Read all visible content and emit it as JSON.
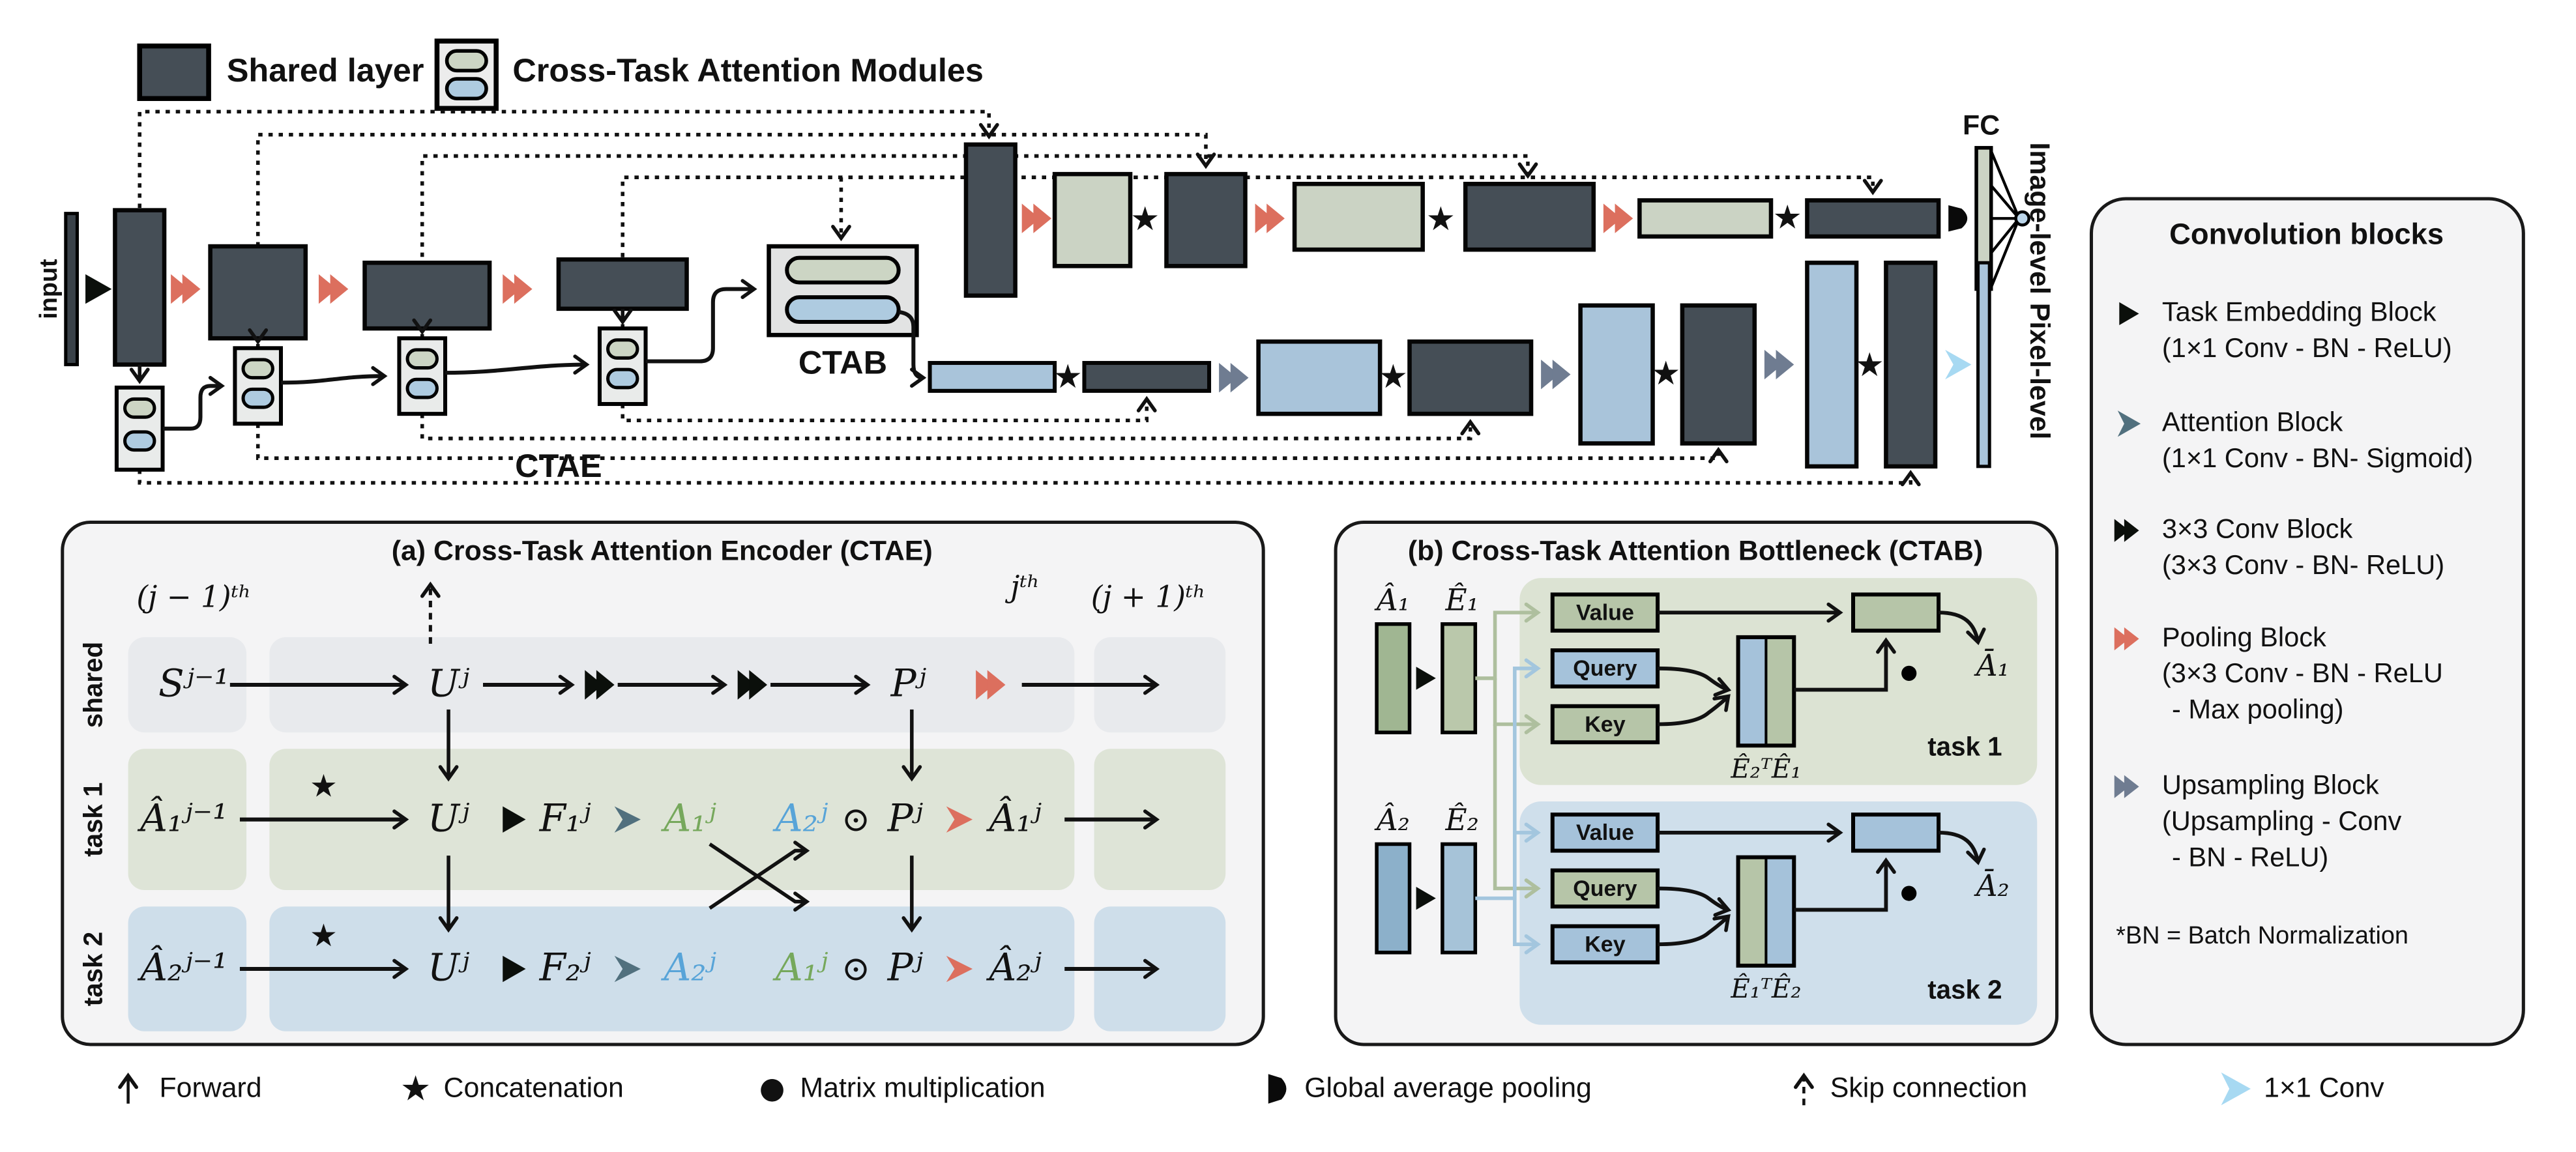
{
  "legend_top": {
    "shared_layer": "Shared layer",
    "modules": "Cross-Task Attention Modules"
  },
  "network": {
    "input": "input",
    "ctae": "CTAE",
    "ctab": "CTAB",
    "fc": "FC",
    "image_level": "Image-level",
    "pixel_level": "Pixel-level"
  },
  "sym": {
    "star": "★",
    "dot": "●",
    "odot": "⊙"
  },
  "panel_a": {
    "title": "(a) Cross-Task Attention Encoder (CTAE)",
    "cols": {
      "prev": "(j − 1)ᵗʰ",
      "curr": "jᵗʰ",
      "next": "(j + 1)ᵗʰ"
    },
    "rows": {
      "shared": "shared",
      "task1": "task 1",
      "task2": "task 2"
    },
    "shared": {
      "s": "Sʲ⁻¹",
      "u": "Uʲ",
      "p": "Pʲ"
    },
    "task1": {
      "a_in": "Â₁ʲ⁻¹",
      "u": "Uʲ",
      "f": "F₁ʲ",
      "a_self": "A₁ʲ",
      "a_cross": "A₂ʲ",
      "p": "Pʲ",
      "a_out": "Â₁ʲ"
    },
    "task2": {
      "a_in": "Â₂ʲ⁻¹",
      "u": "Uʲ",
      "f": "F₂ʲ",
      "a_self": "A₂ʲ",
      "a_cross": "A₁ʲ",
      "p": "Pʲ",
      "a_out": "Â₂ʲ"
    }
  },
  "panel_b": {
    "title": "(b) Cross-Task Attention Bottleneck (CTAB)",
    "task1": {
      "a": "Â₁",
      "e": "Ê₁",
      "value": "Value",
      "query": "Query",
      "key": "Key",
      "attn": "Ê₂ᵀÊ₁",
      "out": "Ā₁",
      "label": "task 1"
    },
    "task2": {
      "a": "Â₂",
      "e": "Ê₂",
      "value": "Value",
      "query": "Query",
      "key": "Key",
      "attn": "Ê₁ᵀÊ₂",
      "out": "Ā₂",
      "label": "task 2"
    }
  },
  "conv_blocks": {
    "title": "Convolution blocks",
    "items": [
      {
        "name": "Task Embedding Block",
        "detail": "(1×1 Conv - BN - ReLU)"
      },
      {
        "name": "Attention Block",
        "detail": "(1×1 Conv - BN- Sigmoid)"
      },
      {
        "name": "3×3 Conv Block",
        "detail": "(3×3 Conv - BN- ReLU)"
      },
      {
        "name": "Pooling Block",
        "detail": "(3×3 Conv - BN - ReLU",
        "detail2": "- Max pooling)"
      },
      {
        "name": "Upsampling Block",
        "detail": "(Upsampling - Conv",
        "detail2": "- BN - ReLU)"
      }
    ],
    "note": "*BN = Batch Normalization"
  },
  "legend_bottom": {
    "forward": "Forward",
    "concatenation": "Concatenation",
    "matmul": "Matrix multiplication",
    "gap": "Global average pooling",
    "skip": "Skip connection",
    "conv1x1": "1×1 Conv"
  },
  "colors": {
    "dark_block": "#454e56",
    "sage_block": "#cbd3c4",
    "blue_block": "#a9c4da",
    "pool_red": "#dc6f5e",
    "upsample_slate": "#6f7c91",
    "conv1x1_blue": "#a7d9f2",
    "task1_green_text": "#76a85c",
    "task2_blue_text": "#58a4d8"
  }
}
